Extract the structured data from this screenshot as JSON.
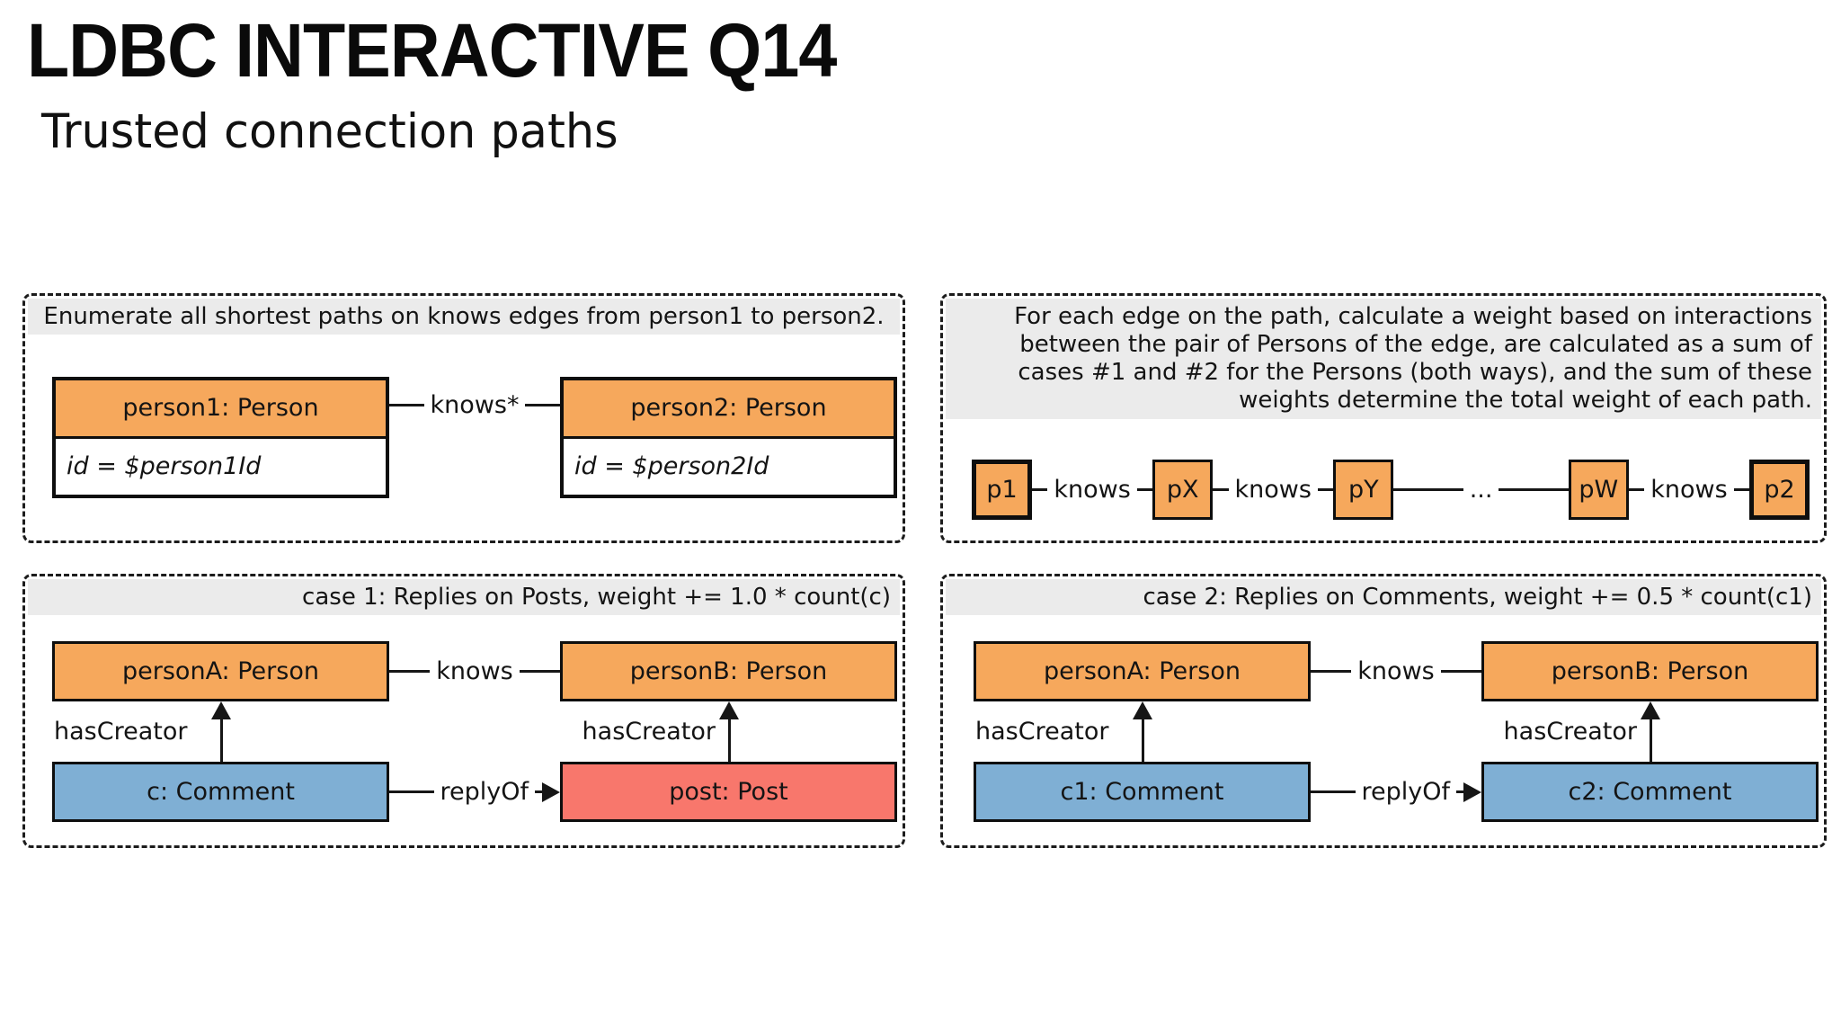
{
  "page": {
    "title": "LDBC INTERACTIVE Q14",
    "subtitle": "Trusted connection paths"
  },
  "colors": {
    "orange": "#F6A85C",
    "blue": "#7FAFD4",
    "red": "#F8776C",
    "header_gray": "#EBEBEB"
  },
  "panel_shortest_paths": {
    "header": "Enumerate all shortest paths on knows edges from person1 to person2.",
    "node1": {
      "title": "person1: Person",
      "attr": "id = $person1Id"
    },
    "node2": {
      "title": "person2: Person",
      "attr": "id = $person2Id"
    },
    "edge_label": "knows*"
  },
  "panel_weights": {
    "header": "For each edge on the path, calculate a weight based on interactions between the pair of Persons of the edge, are calculated as a sum of cases #1 and #2 for the Persons (both ways), and the sum of these weights determine the total weight of each path.",
    "chain": {
      "nodes": [
        "p1",
        "pX",
        "pY",
        "pW",
        "p2"
      ],
      "edge_label": "knows",
      "ellipsis": "..."
    }
  },
  "panel_case1": {
    "header": "case 1: Replies on Posts, weight += 1.0 * count(c)",
    "personA": "personA: Person",
    "personB": "personB: Person",
    "knows_label": "knows",
    "hasCreator_left": "hasCreator",
    "hasCreator_right": "hasCreator",
    "replyOf_label": "replyOf",
    "comment": "c: Comment",
    "post": "post: Post"
  },
  "panel_case2": {
    "header": "case 2: Replies on Comments, weight += 0.5 * count(c1)",
    "personA": "personA: Person",
    "personB": "personB: Person",
    "knows_label": "knows",
    "hasCreator_left": "hasCreator",
    "hasCreator_right": "hasCreator",
    "replyOf_label": "replyOf",
    "comment1": "c1: Comment",
    "comment2": "c2: Comment"
  }
}
